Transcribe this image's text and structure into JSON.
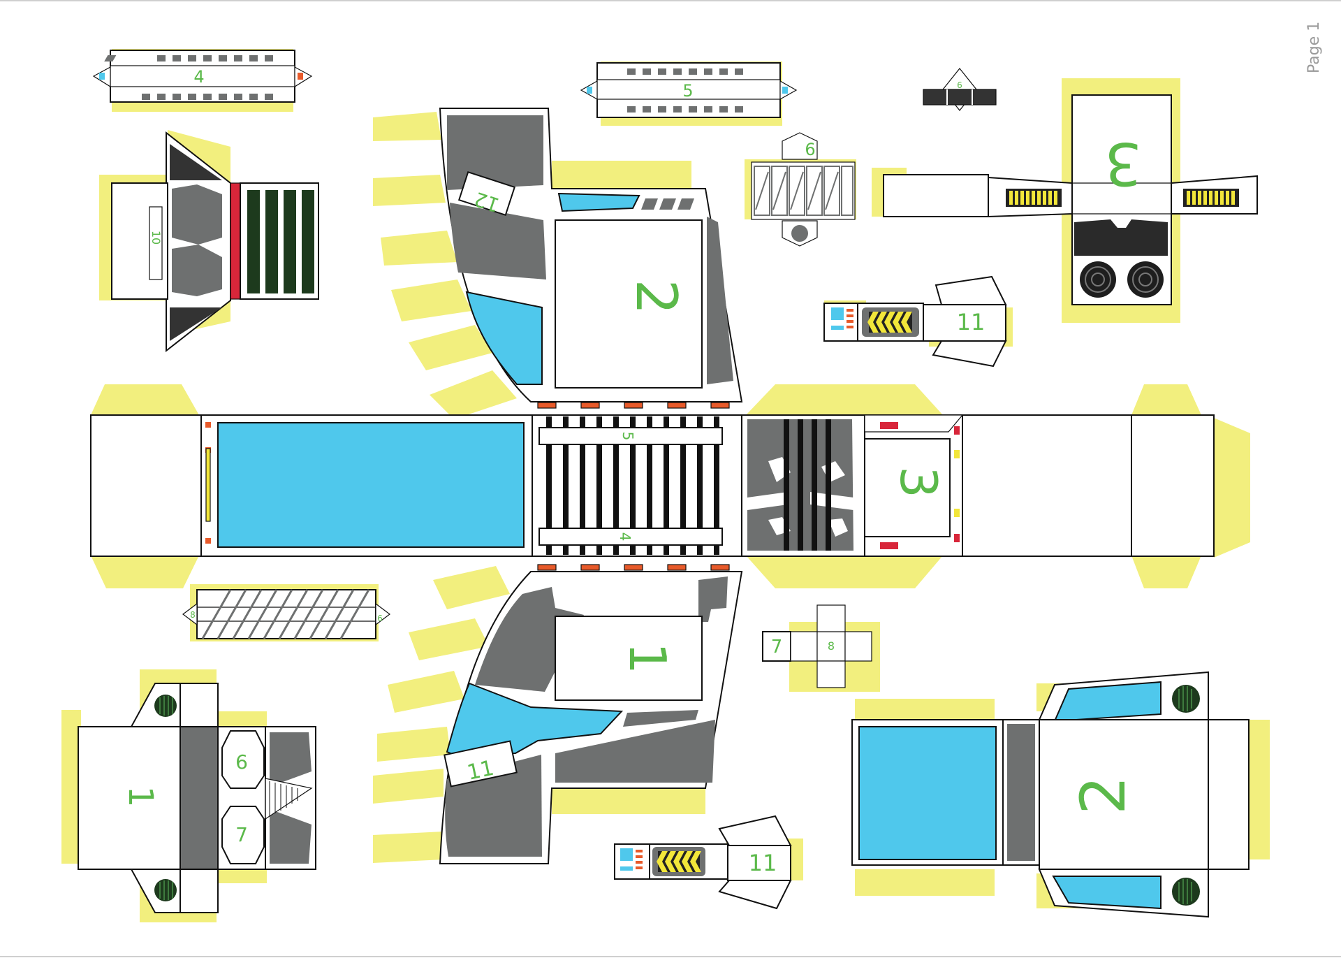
{
  "page_label": "Page 1",
  "colors": {
    "tab": "#f2ef7e",
    "panel_gray": "#6e7070",
    "window_blue": "#4fc8ec",
    "dark_green": "#1d3a1d",
    "number_green": "#5bb94a",
    "accent_orange": "#e85a2a",
    "accent_red": "#d8263a",
    "accent_yellow": "#f2e63a",
    "outline": "#111111"
  },
  "parts": {
    "p4_top": "4",
    "p5_top": "5",
    "p6_small": "6",
    "p6_hex": "6",
    "p3_big": "3",
    "p10": "10",
    "p12": "12",
    "p2_center": "2",
    "p11_upper": "11",
    "p5_body": "5",
    "p4_body": "4",
    "p3_body": "3",
    "p8_left": "8",
    "p9_right": "9",
    "p7_cross": "7",
    "p8_cross": "8",
    "p1_center": "1",
    "p11_lower_left": "11",
    "p11_bottom": "11",
    "p1_left": "1",
    "p6_left": "6",
    "p7_left": "7",
    "p2_right": "2"
  }
}
